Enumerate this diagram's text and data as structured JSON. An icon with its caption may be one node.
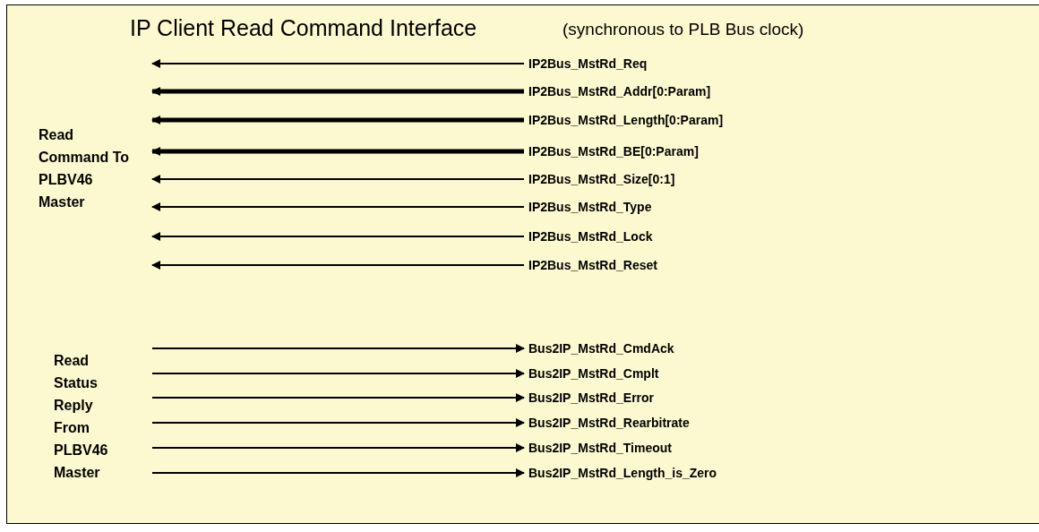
{
  "diagram": {
    "title": "IP Client Read Command Interface",
    "nodes": [
      {
        "text": [
          "IP2Bus_MstRd_Req"
        ]
      },
      {
        "text": [
          "IP2Bus_MstRd_Addr[0:Param]"
        ]
      },
      {
        "text": [
          "IP2Bus_MstRd_Length[0:Param]"
        ]
      },
      {
        "text": [
          "IP2Bus_MstRd_BE[0:Param]"
        ]
      },
      {
        "text": [
          "IP2Bus_MstRd_Size[0:1]"
        ]
      },
      {
        "text": [
          "IP2Bus_MstRd_Type"
        ]
      },
      {
        "text": [
          "IP2Bus_MstRd_Lock"
        ]
      },
      {
        "text": [
          "IP2Bus_MstRd_Reset"
        ]
      },
      {
        "text": [
          "Bus2IP_MstRd_CmdAck"
        ]
      },
      {
        "text": [
          "Bus2IP_MstRd_Cmplt"
        ]
      },
      {
        "text": [
          "Bus2IP_MstRd_Error"
        ]
      },
      {
        "text": [
          "Bus2IP_MstRd_Rearbitrate"
        ]
      },
      {
        "text": [
          "Bus2IP_MstRd_Timeout"
        ]
      },
      {
        "text": [
          "Bus2IP_MstRd_Length_is_Zero"
        ]
      }
    ],
    "edges": [
      {
        "from": 0,
        "to": null,
        "arrow": "to"
      },
      {
        "from": 1,
        "to": null,
        "arrow": "to",
        "style": "thick"
      },
      {
        "from": 2,
        "to": null,
        "arrow": "to",
        "style": "thick"
      },
      {
        "from": 3,
        "to": null,
        "arrow": "to",
        "style": "thick"
      },
      {
        "from": 4,
        "to": null,
        "arrow": "to"
      },
      {
        "from": 5,
        "to": null,
        "arrow": "to"
      },
      {
        "from": 6,
        "to": null,
        "arrow": "to"
      },
      {
        "from": 7,
        "to": null,
        "arrow": "to"
      },
      {
        "from": null,
        "to": 8,
        "arrow": "to"
      },
      {
        "from": null,
        "to": 9,
        "arrow": "to"
      },
      {
        "from": null,
        "to": 10,
        "arrow": "to"
      },
      {
        "from": null,
        "to": 11,
        "arrow": "to"
      },
      {
        "from": null,
        "to": 12,
        "arrow": "to"
      },
      {
        "from": null,
        "to": 13,
        "arrow": "to"
      }
    ],
    "labels": [
      "(synchronous to PLB Bus clock)",
      "Read Command To PLBV46 Master",
      "Read Status Reply From PLBV46 Master"
    ]
  }
}
